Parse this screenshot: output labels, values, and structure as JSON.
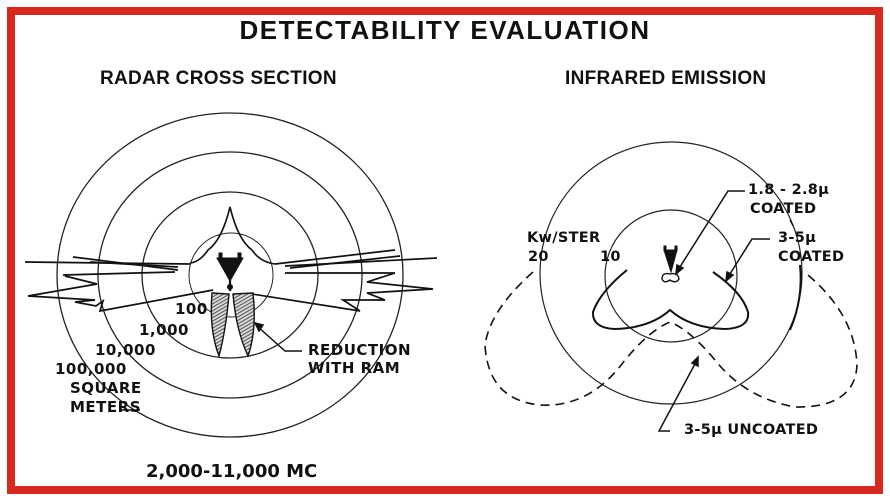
{
  "title": "DETECTABILITY EVALUATION",
  "frame_color": "#d8291f",
  "radar": {
    "heading": "RADAR CROSS SECTION",
    "rings": [
      "100",
      "1,000",
      "10,000",
      "100,000"
    ],
    "ring_unit_line1": "SQUARE",
    "ring_unit_line2": "METERS",
    "annotation_line1": "REDUCTION",
    "annotation_line2": "WITH RAM",
    "frequency": "2,000-11,000 MC"
  },
  "infrared": {
    "heading": "INFRARED EMISSION",
    "unit": "Kw/STER",
    "rings": [
      "20",
      "10"
    ],
    "curve_a_line1": "1.8 - 2.8μ",
    "curve_a_line2": "COATED",
    "curve_b_line1": "3-5μ",
    "curve_b_line2": "COATED",
    "curve_c": "3-5μ UNCOATED"
  },
  "chart_data": [
    {
      "type": "polar",
      "title": "RADAR CROSS SECTION",
      "ring_values": [
        100,
        1000,
        10000,
        100000
      ],
      "ring_unit": "SQUARE METERS",
      "frequency_band": "2,000-11,000 MC",
      "series": [
        {
          "name": "Radar cross section",
          "style": "solid spiky lobes, broadside"
        },
        {
          "name": "REDUCTION WITH RAM",
          "style": "hatched lobes, rear"
        }
      ]
    },
    {
      "type": "polar",
      "title": "INFRARED EMISSION",
      "ring_values": [
        10,
        20
      ],
      "ring_unit": "Kw/STER",
      "series": [
        {
          "name": "1.8 - 2.8μ COATED",
          "style": "small solid"
        },
        {
          "name": "3-5μ COATED",
          "style": "solid"
        },
        {
          "name": "3-5μ UNCOATED",
          "style": "dashed"
        }
      ]
    }
  ]
}
